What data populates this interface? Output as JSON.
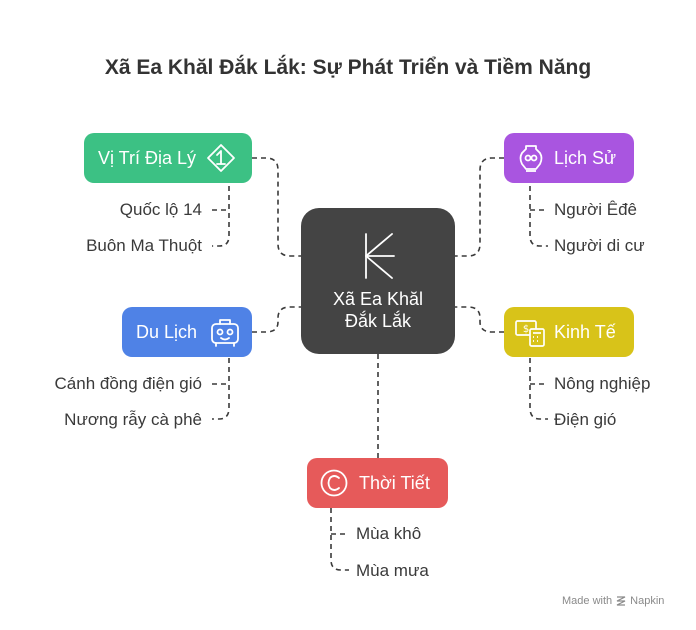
{
  "title": "Xã Ea Khăl Đắk Lắk: Sự Phát Triển và Tiềm Năng",
  "center": {
    "line1": "Xã Ea Khăl",
    "line2": "Đắk Lắk"
  },
  "branches": {
    "location": {
      "label": "Vị Trí Địa Lý",
      "color": "#3cc184",
      "icon": "diamond-arrow-icon",
      "items": [
        "Quốc lộ 14",
        "Buôn Ma Thuột"
      ]
    },
    "history": {
      "label": "Lịch Sử",
      "color": "#a955e0",
      "icon": "vase-icon",
      "items": [
        "Người Êđê",
        "Người di cư"
      ]
    },
    "tourism": {
      "label": "Du Lịch",
      "color": "#4f82e6",
      "icon": "luggage-icon",
      "items": [
        "Cánh đồng điện gió",
        "Nương rẫy cà phê"
      ]
    },
    "economy": {
      "label": "Kinh Tế",
      "color": "#d8c319",
      "icon": "money-calculator-icon",
      "items": [
        "Nông nghiệp",
        "Điện gió"
      ]
    },
    "weather": {
      "label": "Thời Tiết",
      "color": "#e65a5a",
      "icon": "circle-c-icon",
      "items": [
        "Mùa khô",
        "Mùa mưa"
      ]
    }
  },
  "watermark": {
    "prefix": "Made with",
    "brand": "Napkin"
  }
}
